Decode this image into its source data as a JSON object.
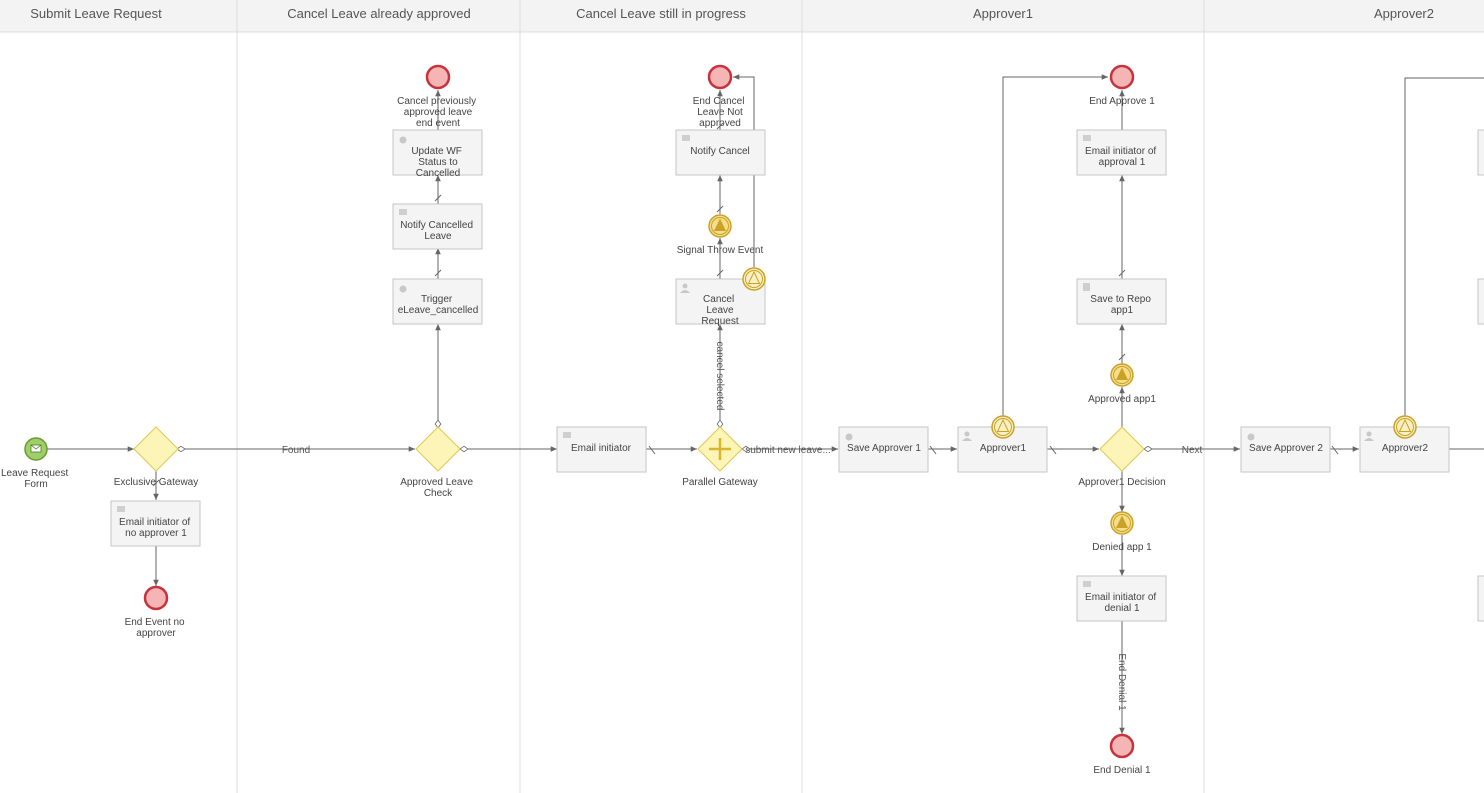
{
  "lanes": [
    "Submit Leave Request",
    "Cancel Leave already approved",
    "Cancel Leave still in progress",
    "Approver1",
    "Approver2"
  ],
  "nodes": {
    "start_form": "Leave Request Form",
    "exclusive_gateway": "Exclusive Gateway",
    "email_no_approver": "Email initiator of no approver 1",
    "end_no_approver": "End Event no approver",
    "approved_leave_check": "Approved Leave Check",
    "trigger_cancelled": "Trigger eLeave_cancelled",
    "notify_cancelled_leave": "Notify Cancelled Leave",
    "update_wf_status": "Update WF Status to Cancelled",
    "cancel_prev_end": "Cancel previously approved leave end event",
    "email_initiator": "Email initiator",
    "parallel_gateway": "Parallel Gateway",
    "cancel_leave_request": "Cancel Leave Request",
    "signal_throw": "Signal Throw Event",
    "notify_cancel": "Notify Cancel",
    "end_cancel_not_approved": "End Cancel Leave Not approved",
    "save_approver1": "Save Approver 1",
    "approver1_task": "Approver1",
    "approver1_decision": "Approver1 Decision",
    "approved_app1": "Approved app1",
    "save_repo_app1": "Save to Repo app1",
    "email_approval1": "Email initiator of approval 1",
    "end_approve1": "End Approve 1",
    "denied_app1": "Denied app 1",
    "email_denial1": "Email initiator of denial 1",
    "end_denial1": "End Denial 1",
    "save_approver2": "Save Approver 2",
    "approver2_task": "Approver2"
  },
  "flow_labels": {
    "found": "Found",
    "submit_new": "submit new leave...",
    "cancel_selected": "cancel selected",
    "next": "Next",
    "end_denial": "End Denial 1"
  },
  "colors": {
    "start_fill": "#9fcf6a",
    "start_stroke": "#6a9a2e",
    "end_fill": "#f6b5b5",
    "end_stroke": "#c8323c",
    "gateway_fill": "#fdf5b8",
    "gateway_stroke": "#e0c84e",
    "signal_fill": "#f5dd8a",
    "signal_stroke": "#c9a227"
  }
}
